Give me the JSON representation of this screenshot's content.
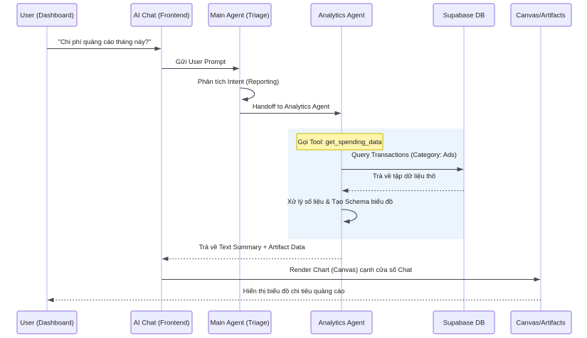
{
  "diagram": {
    "type": "sequence-diagram",
    "colors": {
      "actor_fill": "#ECECFF",
      "actor_stroke": "#9370DB",
      "lifeline": "#b3b3f0",
      "message_line": "#4a4a52",
      "region_fill": "#ECF4FC",
      "note_fill": "#FFF5AD",
      "note_stroke": "#C8B900",
      "text": "#1f1f1f",
      "background": "#ffffff"
    },
    "participants": [
      {
        "id": "user",
        "label": "User (Dashboard)"
      },
      {
        "id": "aichat",
        "label": "AI Chat (Frontend)"
      },
      {
        "id": "mainagent",
        "label": "Main Agent (Triage)"
      },
      {
        "id": "analytics",
        "label": "Analytics Agent"
      },
      {
        "id": "supabase",
        "label": "Supabase DB"
      },
      {
        "id": "canvas",
        "label": "Canvas/Artifacts"
      }
    ],
    "messages": [
      {
        "index": 1,
        "from": "user",
        "to": "aichat",
        "label": "\"Chi phí quảng cáo tháng này?\"",
        "style": "solid",
        "direction": "forward"
      },
      {
        "index": 2,
        "from": "aichat",
        "to": "mainagent",
        "label": "Gửi User Prompt",
        "style": "solid",
        "direction": "forward"
      },
      {
        "index": 3,
        "from": "mainagent",
        "to": "mainagent",
        "label": "Phân tích Intent (Reporting)",
        "style": "solid",
        "direction": "self-loop"
      },
      {
        "index": 4,
        "from": "mainagent",
        "to": "analytics",
        "label": "Handoff to Analytics Agent",
        "style": "solid",
        "direction": "forward"
      },
      {
        "index": 5,
        "from": "analytics",
        "to": "supabase",
        "label": "Query Transactions (Category: Ads)",
        "style": "solid",
        "direction": "forward"
      },
      {
        "index": 6,
        "from": "supabase",
        "to": "analytics",
        "label": "Trả về tập dữ liệu thô",
        "style": "dotted",
        "direction": "backward"
      },
      {
        "index": 7,
        "from": "analytics",
        "to": "analytics",
        "label": "Xử lý số liệu & Tạo Schema biểu đồ",
        "style": "solid",
        "direction": "self-loop"
      },
      {
        "index": 8,
        "from": "analytics",
        "to": "aichat",
        "label": "Trả về Text Summary + Artifact Data",
        "style": "dotted",
        "direction": "backward"
      },
      {
        "index": 9,
        "from": "aichat",
        "to": "canvas",
        "label": "Render Chart (Canvas) cạnh cửa sổ Chat",
        "style": "solid",
        "direction": "forward"
      },
      {
        "index": 10,
        "from": "canvas",
        "to": "user",
        "label": "Hiển thị biểu đồ chi tiêu quảng cáo",
        "style": "dotted",
        "direction": "backward"
      }
    ],
    "notes": [
      {
        "id": "tool-call-note",
        "label": "Gọi Tool: get_spending_data",
        "over": "analytics"
      }
    ],
    "regions": [
      {
        "id": "analytics-highlight-region",
        "from": "analytics",
        "to": "supabase"
      }
    ]
  }
}
